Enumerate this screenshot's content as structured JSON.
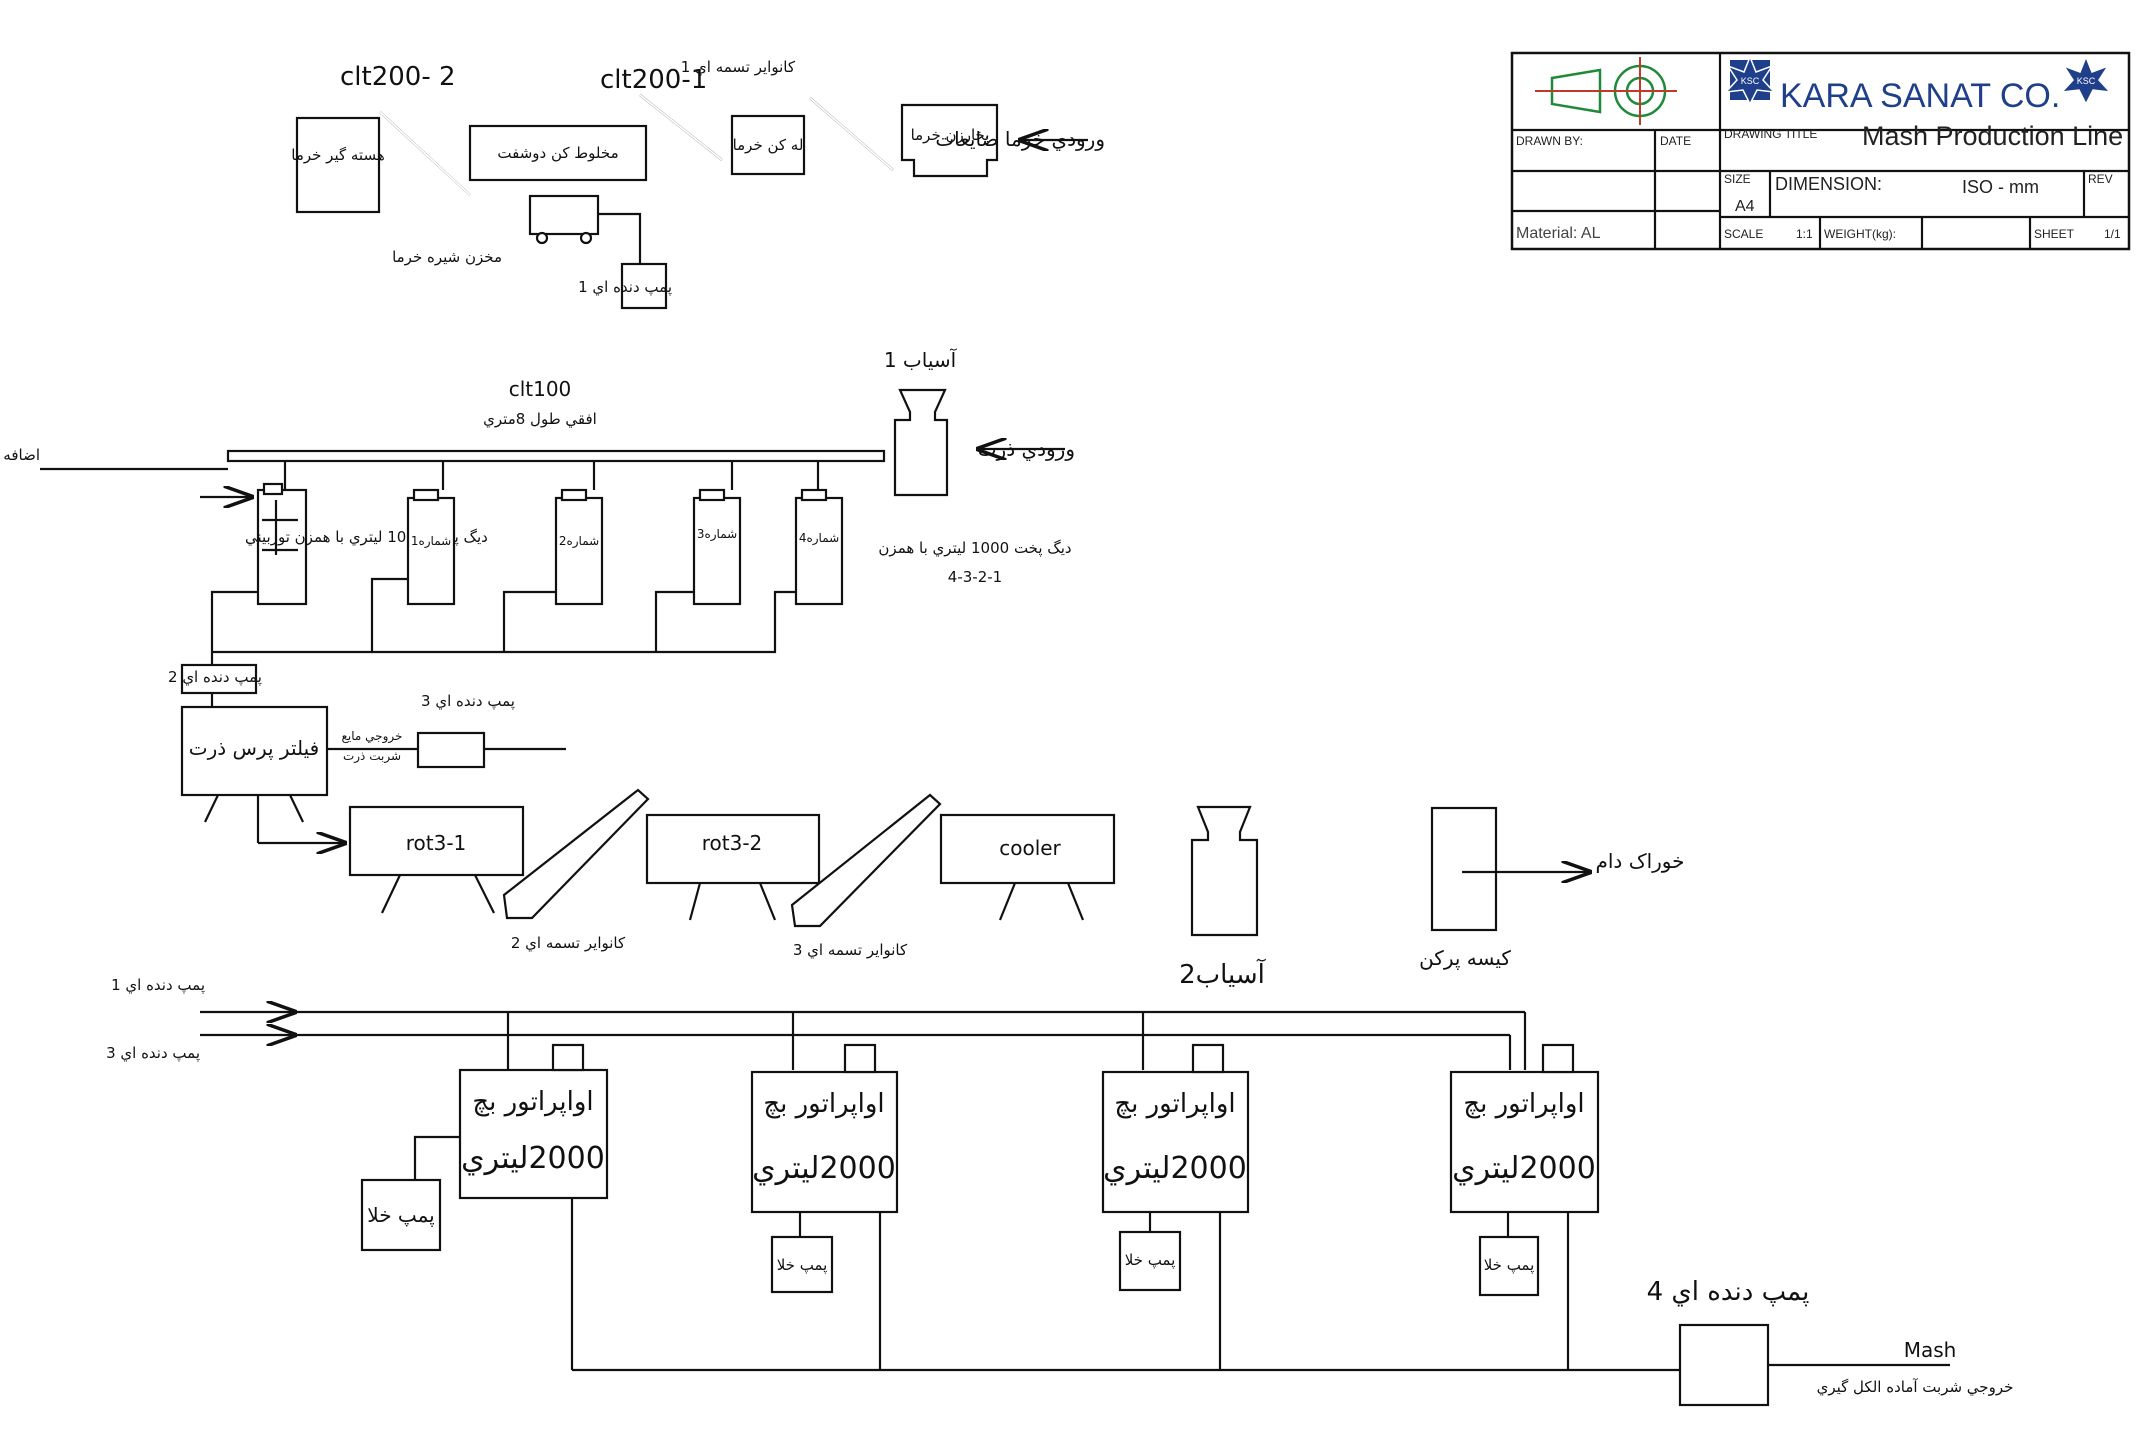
{
  "title_block": {
    "company": "KARA SANAT CO.",
    "drawn_by": "DRAWN BY:",
    "date": "DATE",
    "drawing_title_label": "DRAWING TITLE",
    "drawing_title": "Mash Production Line",
    "size_label": "SIZE",
    "size": "A4",
    "dimension_label": "DIMENSION:",
    "dimension": "ISO - mm",
    "rev": "REV",
    "material": "Material: AL",
    "scale_label": "SCALE",
    "scale": "1:1",
    "weight": "WEIGHT(kg):",
    "sheet_label": "SHEET",
    "sheet": "1/1",
    "logo_badge": "KSC"
  },
  "date_line": {
    "clt200_2": "clt200- 2",
    "clt200_1": "clt200-1",
    "conveyor1": "كانواير تسمه اي 1",
    "pit_remover": "هسته گير خرما",
    "mixer": "مخلوط كن دوشفت",
    "crusher": "له كن خرما",
    "steamer": "بخارزن خرما",
    "input": "ورودي خرما ضايعات",
    "syrup_tank": "مخزن شيره خرما",
    "pump1": "پمپ دنده اي 1"
  },
  "corn_line": {
    "clt100": "clt100",
    "clt100_desc": "افقي طول 8متري",
    "enzyme": "اضافه شدن آنزيم و آب",
    "mill1": "آسياب 1",
    "corn_input": "ورودي ذرت",
    "cooker": "ديگ پخت 1000 ليتري با همزن توربيني",
    "tank1": "شماره1",
    "tank2": "شماره2",
    "tank3": "شماره3",
    "tank4": "شماره4",
    "tanks_note_1": "ديگ پخت 1000 ليتري با همزن",
    "tanks_note_2": "4-3-2-1",
    "pump2": "پمپ دنده اي 2",
    "filter_press": "فيلتر پرس ذرت",
    "liquid_out_1": "خروجي مايع",
    "liquid_out_2": "شربت ذرت",
    "pump3": "پمپ دنده اي 3"
  },
  "dryer_line": {
    "rot3_1": "rot3-1",
    "rot3_2": "rot3-2",
    "cooler": "cooler",
    "conveyor2": "كانواير تسمه اي 2",
    "conveyor3": "كانواير تسمه اي 3",
    "mill2": "آسياب2",
    "bagger": "كيسه پركن",
    "feed": "خوراک دام"
  },
  "evaporator_line": {
    "pump1_in": "پمپ دنده اي 1",
    "pump3_in": "پمپ دنده اي 3",
    "evap_title": "اواپراتور  بچ",
    "evap_capacity": "2000ليتري",
    "vacuum_pump": "پمپ خلا",
    "pump4": "پمپ دنده اي 4",
    "mash": "Mash",
    "output": "خروجي شربت آماده الكل گيري"
  },
  "colors": {
    "logo_red": "#c0392b",
    "logo_green": "#1f8a3a",
    "logo_blue": "#1f3f8a"
  }
}
